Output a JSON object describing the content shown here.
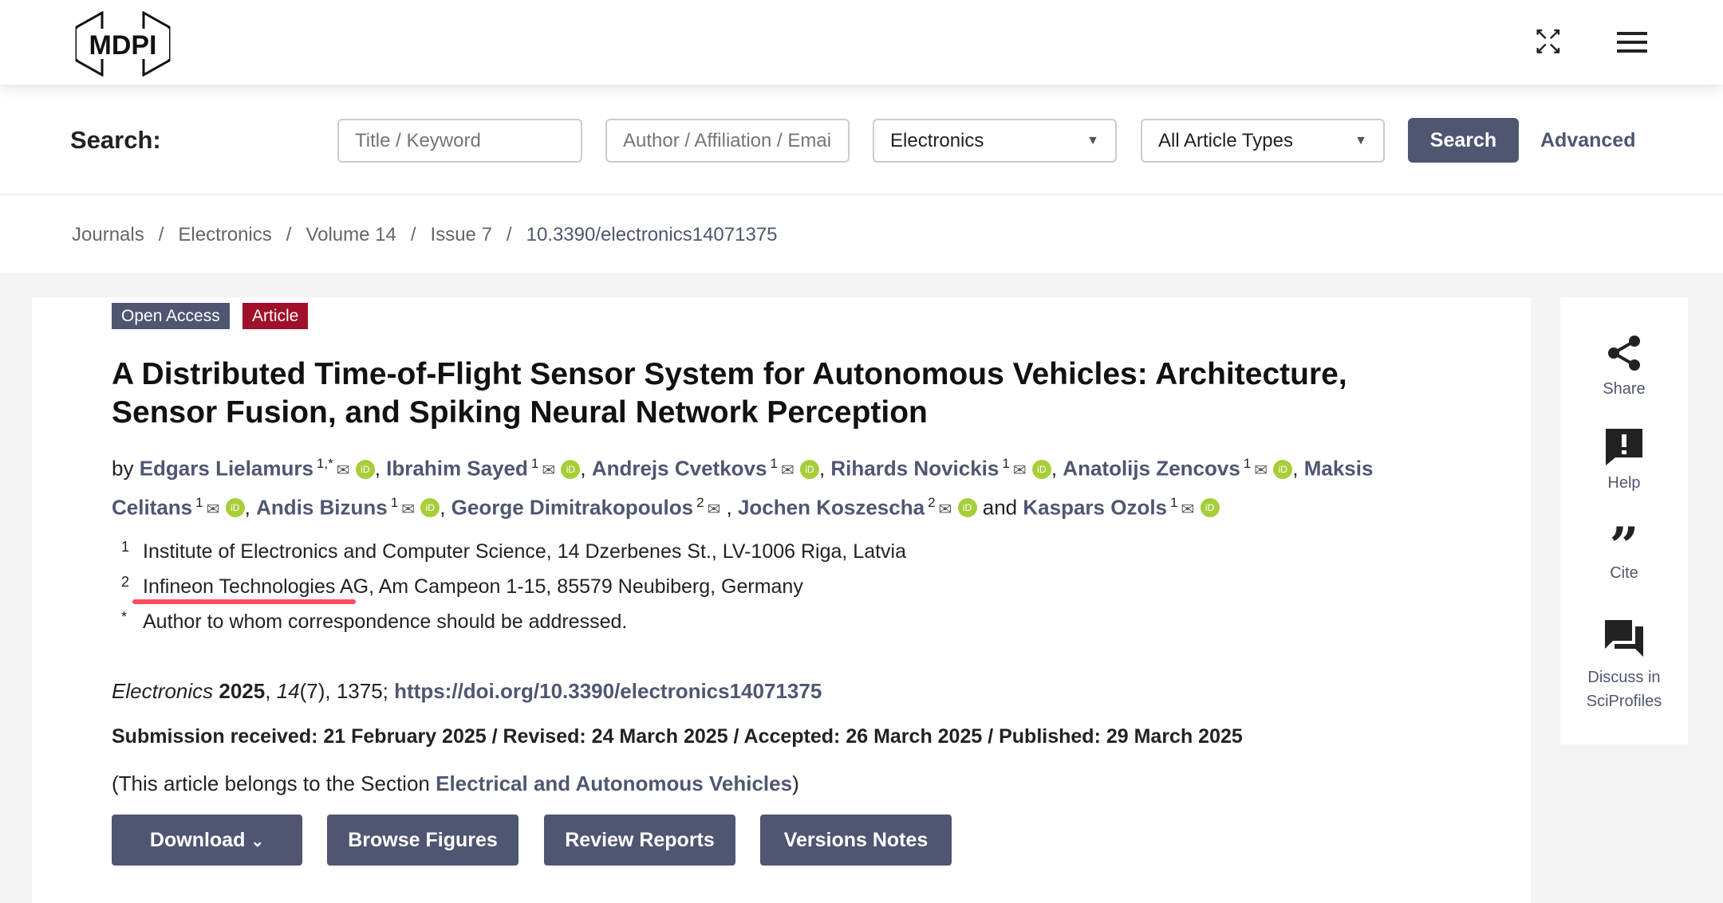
{
  "header": {
    "logo": "MDPI",
    "fullscreen_icon": "expand-icon",
    "menu_icon": "hamburger-icon"
  },
  "search": {
    "label": "Search:",
    "title_placeholder": "Title / Keyword",
    "author_placeholder": "Author / Affiliation / Email",
    "journal": "Electronics",
    "article_type": "All Article Types",
    "button": "Search",
    "advanced": "Advanced"
  },
  "breadcrumb": [
    "Journals",
    "Electronics",
    "Volume 14",
    "Issue 7",
    "10.3390/electronics14071375"
  ],
  "badges": {
    "open_access": "Open Access",
    "article": "Article"
  },
  "article": {
    "title": "A Distributed Time-of-Flight Sensor System for Autonomous Vehicles: Architecture, Sensor Fusion, and Spiking Neural Network Perception",
    "by": "by",
    "and": "and",
    "authors": [
      {
        "name": "Edgars Lielamurs",
        "sup": "1,*",
        "orcid": true
      },
      {
        "name": "Ibrahim Sayed",
        "sup": "1",
        "orcid": true
      },
      {
        "name": "Andrejs Cvetkovs",
        "sup": "1",
        "orcid": true
      },
      {
        "name": "Rihards Novickis",
        "sup": "1",
        "orcid": true
      },
      {
        "name": "Anatolijs Zencovs",
        "sup": "1",
        "orcid": true
      },
      {
        "name": "Maksis Celitans",
        "sup": "1",
        "orcid": true
      },
      {
        "name": "Andis Bizuns",
        "sup": "1",
        "orcid": true
      },
      {
        "name": "George Dimitrakopoulos",
        "sup": "2",
        "orcid": false
      },
      {
        "name": "Jochen Koszescha",
        "sup": "2",
        "orcid": true
      },
      {
        "name": "Kaspars Ozols",
        "sup": "1",
        "orcid": true
      }
    ],
    "affiliations": [
      "Institute of Electronics and Computer Science, 14 Dzerbenes St., LV-1006 Riga, Latvia",
      "Infineon Technologies AG, Am Campeon 1-15, 85579 Neubiberg, Germany",
      "Author to whom correspondence should be addressed."
    ],
    "aff_markers": [
      "1",
      "2",
      "*"
    ],
    "journal": "Electronics",
    "year": "2025",
    "volume": "14",
    "issue_pages": "(7), 1375;",
    "doi": "https://doi.org/10.3390/electronics14071375",
    "dates": "Submission received: 21 February 2025 / Revised: 24 March 2025 / Accepted: 26 March 2025 / Published: 29 March 2025",
    "section_prefix": "(This article belongs to the Section ",
    "section": "Electrical and Autonomous Vehicles",
    "section_suffix": ")"
  },
  "buttons": {
    "download": "Download",
    "browse": "Browse Figures",
    "review": "Review Reports",
    "versions": "Versions Notes"
  },
  "sidebar": {
    "share": "Share",
    "help": "Help",
    "cite": "Cite",
    "discuss": "Discuss in SciProfiles"
  },
  "colors": {
    "accent": "#4f5671",
    "article_badge": "#a0102a",
    "orcid": "#a6ce39",
    "highlight": "#ff4d5e"
  }
}
